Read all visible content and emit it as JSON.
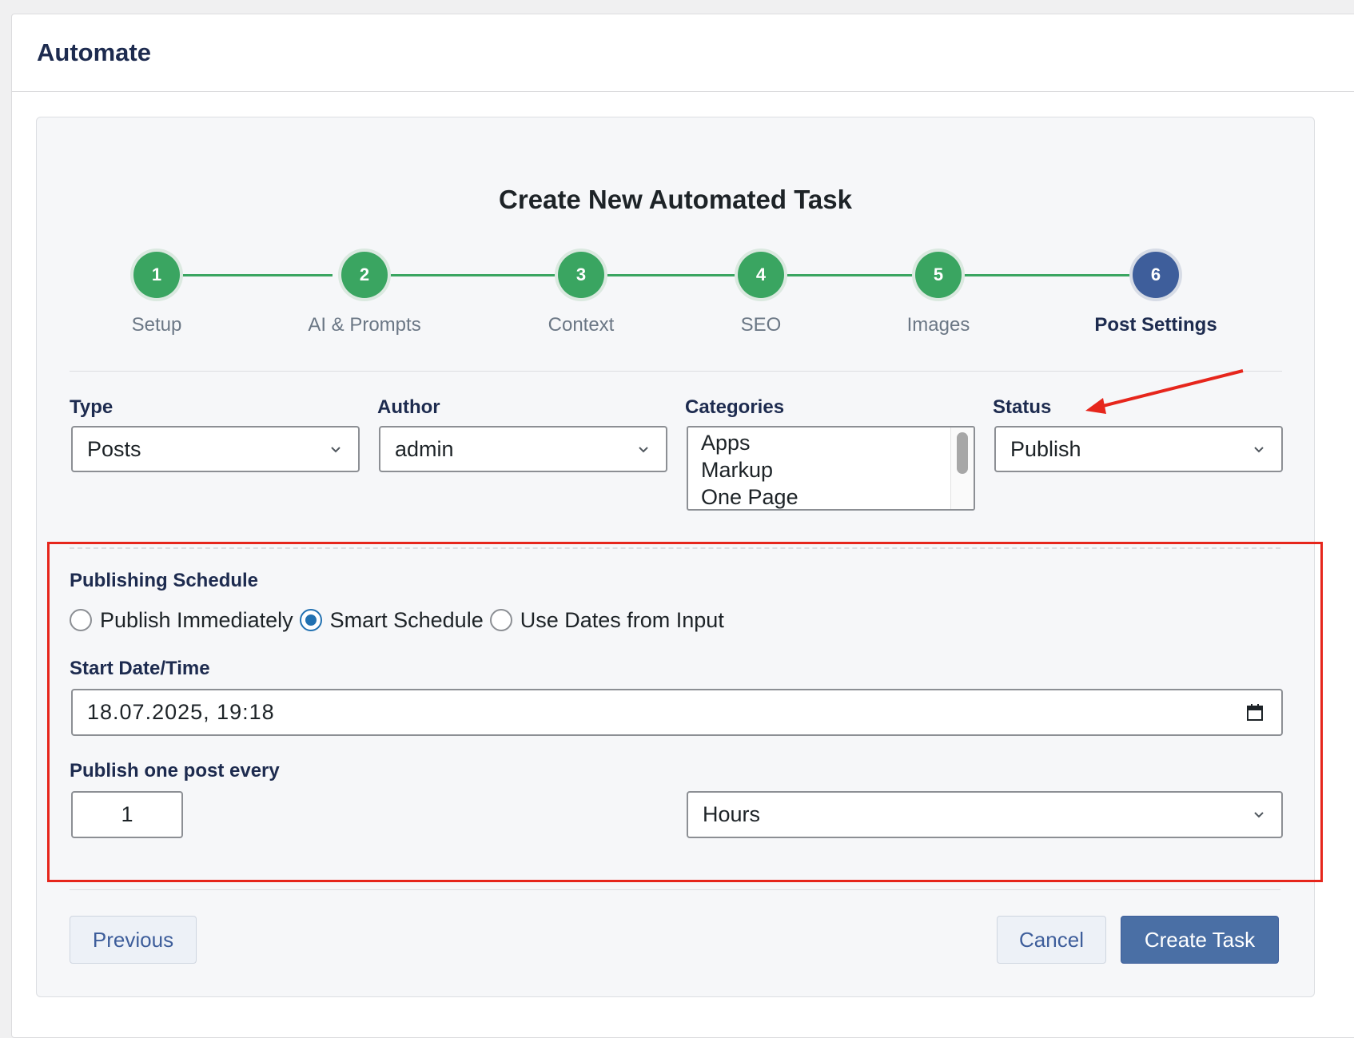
{
  "app": {
    "title": "Automate"
  },
  "card": {
    "title": "Create New Automated Task"
  },
  "steps": [
    {
      "number": "1",
      "label": "Setup"
    },
    {
      "number": "2",
      "label": "AI & Prompts"
    },
    {
      "number": "3",
      "label": "Context"
    },
    {
      "number": "4",
      "label": "SEO"
    },
    {
      "number": "5",
      "label": "Images"
    },
    {
      "number": "6",
      "label": "Post Settings"
    }
  ],
  "active_step": 6,
  "fields": {
    "type": {
      "label": "Type",
      "value": "Posts"
    },
    "author": {
      "label": "Author",
      "value": "admin"
    },
    "categories": {
      "label": "Categories",
      "options": [
        "Apps",
        "Markup",
        "One Page"
      ]
    },
    "status": {
      "label": "Status",
      "value": "Publish"
    }
  },
  "schedule": {
    "title": "Publishing Schedule",
    "options": [
      "Publish Immediately",
      "Smart Schedule",
      "Use Dates from Input"
    ],
    "selected": "Smart Schedule",
    "start_label": "Start Date/Time",
    "start_value": "18.07.2025, 19:18",
    "interval_label": "Publish one post every",
    "interval_value": "1",
    "interval_unit": "Hours"
  },
  "buttons": {
    "previous": "Previous",
    "cancel": "Cancel",
    "create": "Create Task"
  },
  "colors": {
    "step_done": "#3aa561",
    "step_active": "#3e5e9b",
    "primary": "#4a6fa5",
    "annotation": "#e6261c"
  }
}
